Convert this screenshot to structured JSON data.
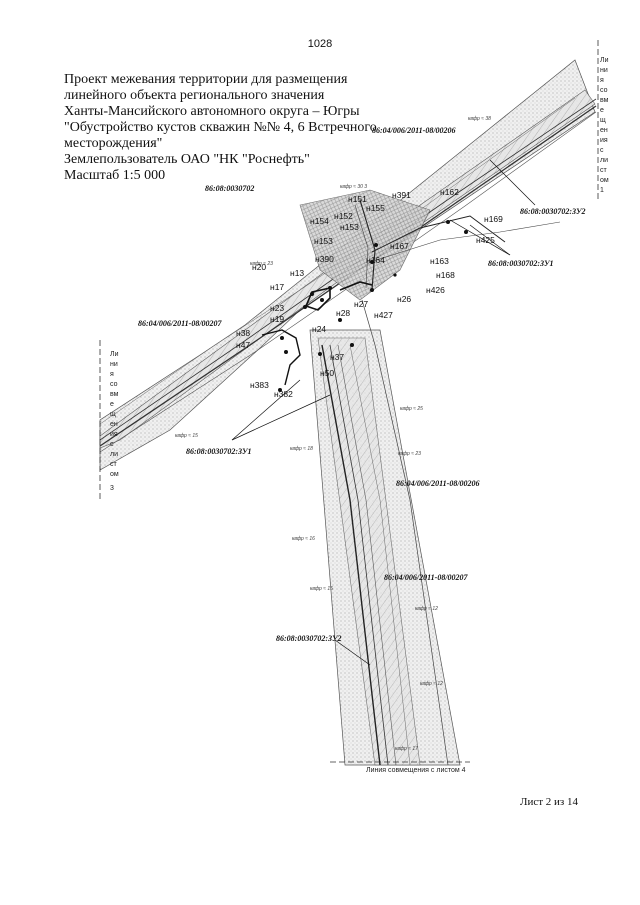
{
  "page_number": "1028",
  "title_lines": [
    "Проект межевания территории для размещения",
    "линейного объекта регионального значения",
    "Ханты-Мансийского автономного округа – Югры",
    "\"Обустройство кустов скважин №№ 4, 6 Встречного",
    "месторождения\"",
    "Землепользователь ОАО \"НК \"Роснефть\"",
    "Масштаб 1:5 000"
  ],
  "parcel_labels": {
    "c1": "86:04/006/2011-08/00206",
    "c2": "86:08:0030702",
    "c3": "86:08:0030702:ЗУ2",
    "c4": "86:08:0030702:ЗУ1",
    "c5": "86:04/006/2011-08/00207",
    "c6": "86:08:0030702:ЗУ1",
    "c7": "86:04/006/2011-08/00206",
    "c8": "86:04/006/2011-08/00207",
    "c9": "86:08:0030702:ЗУ2"
  },
  "points": {
    "n151": "н151",
    "n391": "н391",
    "n162": "н162",
    "n155": "н155",
    "n152": "н152",
    "n154": "н154",
    "n169": "н169",
    "n153": "н153",
    "n425": "н425",
    "n167": "н167",
    "n390": "н390",
    "n164": "н164",
    "n163": "н163",
    "n20": "н20",
    "n168": "н168",
    "n13": "н13",
    "n17": "н17",
    "n27": "н27",
    "n426": "н426",
    "n26": "н26",
    "n23": "н23",
    "n28": "н28",
    "n427": "н427",
    "n19": "н19",
    "n24": "н24",
    "n38": "н38",
    "n47": "н47",
    "n37": "н37",
    "n50": "н50",
    "n383": "н383",
    "n382": "н382"
  },
  "match_line_right": [
    "Ли",
    "ни",
    "я",
    "со",
    "вм",
    "е",
    "щ",
    "ен",
    "ия",
    "с",
    "ли",
    "ст",
    "ом",
    "1"
  ],
  "match_line_left": [
    "Ли",
    "ни",
    "я",
    "со",
    "вм",
    "е",
    "щ",
    "ен",
    "ия",
    "с",
    "ли",
    "ст",
    "ом",
    "3"
  ],
  "match_line_bottom": "Линия совмещения с листом 4",
  "sheet_label": "Лист 2 из 14"
}
